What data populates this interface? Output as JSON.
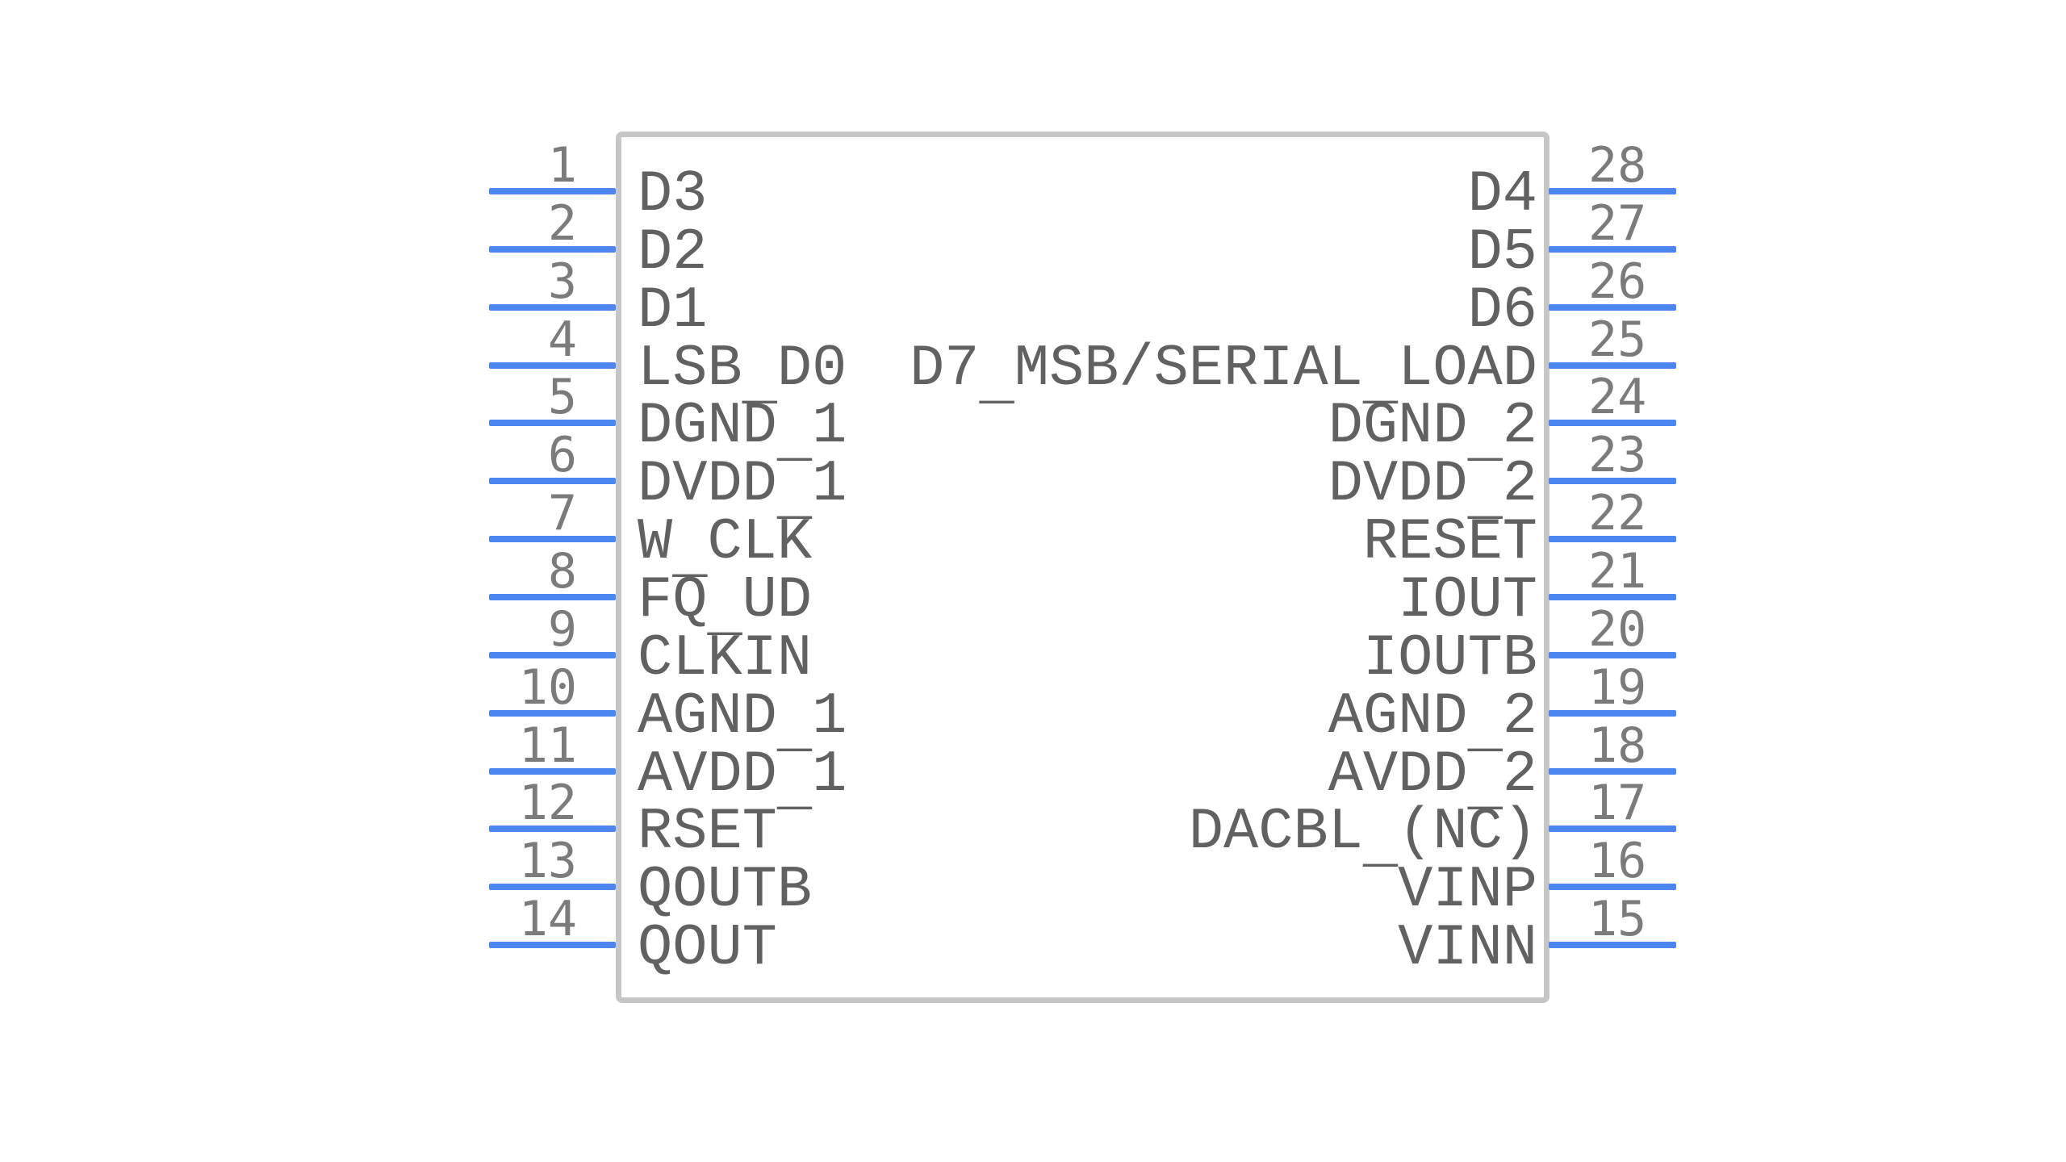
{
  "colors": {
    "pin": "#4c86f0",
    "body_border": "#c6c6c6",
    "pin_name_text": "#616161",
    "pin_number_text": "#7b7b7b",
    "background": "#ffffff"
  },
  "symbol": {
    "left_pins": [
      {
        "number": "1",
        "name": "D3"
      },
      {
        "number": "2",
        "name": "D2"
      },
      {
        "number": "3",
        "name": "D1"
      },
      {
        "number": "4",
        "name": "LSB_D0"
      },
      {
        "number": "5",
        "name": "DGND_1"
      },
      {
        "number": "6",
        "name": "DVDD_1"
      },
      {
        "number": "7",
        "name": "W_CLK"
      },
      {
        "number": "8",
        "name": "FQ_UD"
      },
      {
        "number": "9",
        "name": "CLKIN"
      },
      {
        "number": "10",
        "name": "AGND_1"
      },
      {
        "number": "11",
        "name": "AVDD_1"
      },
      {
        "number": "12",
        "name": "RSET"
      },
      {
        "number": "13",
        "name": "QOUTB"
      },
      {
        "number": "14",
        "name": "QOUT"
      }
    ],
    "right_pins": [
      {
        "number": "28",
        "name": "D4"
      },
      {
        "number": "27",
        "name": "D5"
      },
      {
        "number": "26",
        "name": "D6"
      },
      {
        "number": "25",
        "name": "D7_MSB/SERIAL_LOAD"
      },
      {
        "number": "24",
        "name": "DGND_2"
      },
      {
        "number": "23",
        "name": "DVDD_2"
      },
      {
        "number": "22",
        "name": "RESET"
      },
      {
        "number": "21",
        "name": "IOUT"
      },
      {
        "number": "20",
        "name": "IOUTB"
      },
      {
        "number": "19",
        "name": "AGND_2"
      },
      {
        "number": "18",
        "name": "AVDD_2"
      },
      {
        "number": "17",
        "name": "DACBL_(NC)"
      },
      {
        "number": "16",
        "name": "VINP"
      },
      {
        "number": "15",
        "name": "VINN"
      }
    ]
  }
}
